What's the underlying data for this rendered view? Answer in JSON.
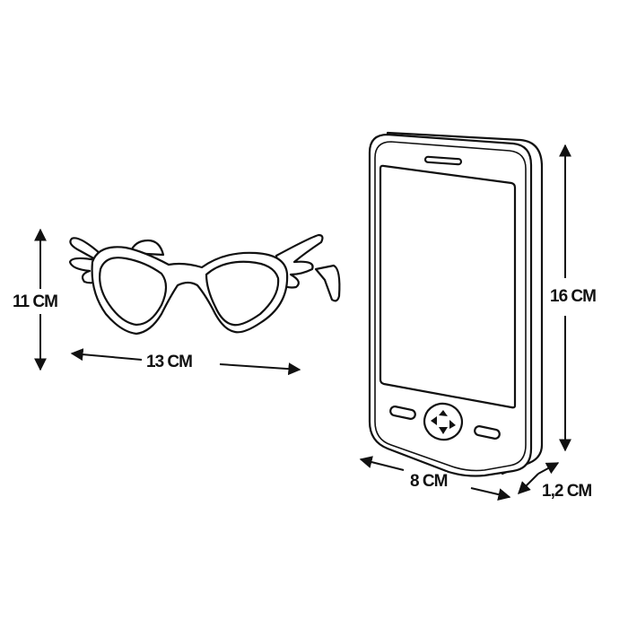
{
  "diagram": {
    "type": "product-dimensions",
    "stroke_color": "#111111",
    "background": "#ffffff",
    "items": [
      {
        "name": "heart-shaped winged sunglasses",
        "dimensions": {
          "height": "11 CM",
          "width": "13 CM"
        }
      },
      {
        "name": "toy smartphone",
        "dimensions": {
          "height": "16 CM",
          "width": "8 CM",
          "depth": "1,2 CM"
        }
      }
    ]
  }
}
